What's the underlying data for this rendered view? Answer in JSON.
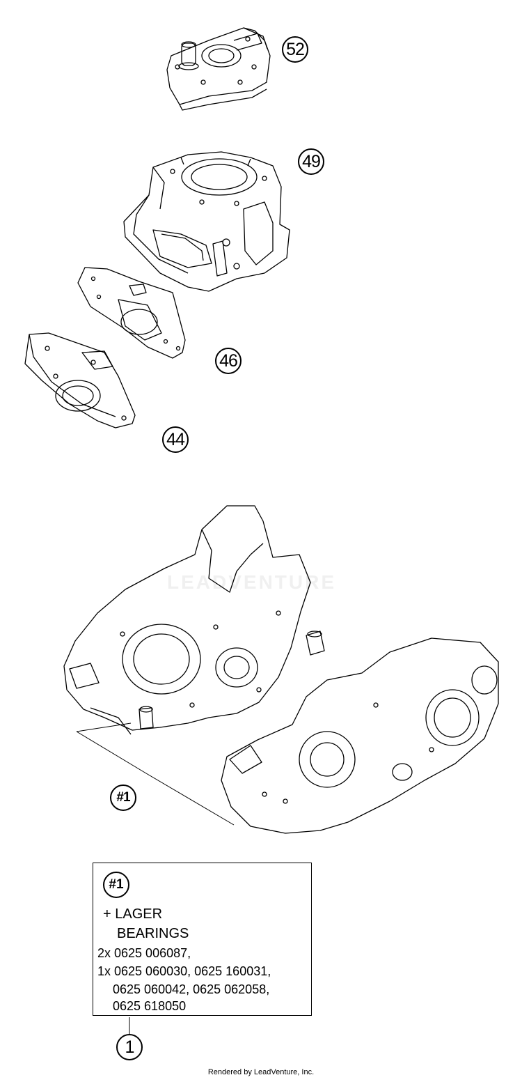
{
  "callouts": [
    {
      "id": "52",
      "label": "52"
    },
    {
      "id": "49",
      "label": "49"
    },
    {
      "id": "46",
      "label": "46"
    },
    {
      "id": "44",
      "label": "44"
    },
    {
      "id": "group1",
      "label": "#1"
    },
    {
      "id": "one",
      "label": "1"
    }
  ],
  "note": {
    "ref": "#1",
    "lines": [
      "+ LAGER",
      "BEARINGS",
      "2x 0625 006087,",
      "1x 0625 060030, 0625 160031,",
      "0625 060042, 0625 062058,",
      "0625 618050"
    ]
  },
  "watermark": "LEADVENTURE",
  "footer": "Rendered by LeadVenture, Inc."
}
